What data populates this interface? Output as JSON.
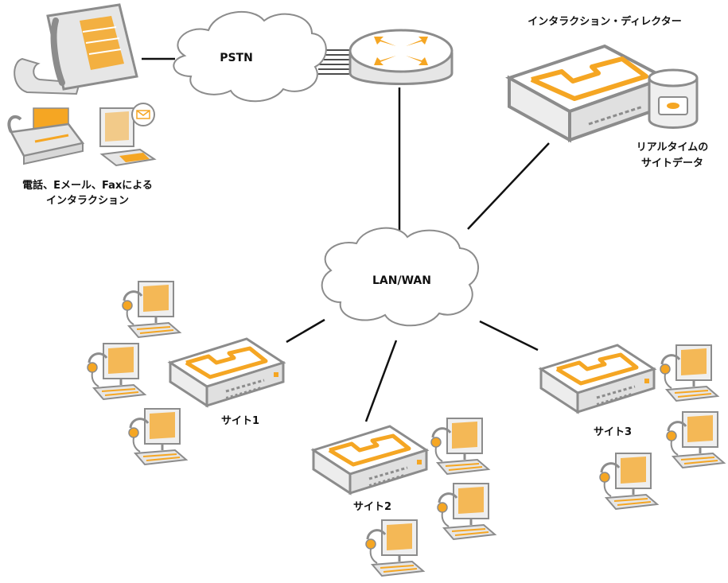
{
  "colors": {
    "accent": "#f5a623",
    "line": "#111111",
    "outline": "#8c8c8c",
    "fill": "#e6e6e6"
  },
  "clouds": {
    "pstn": "PSTN",
    "lanwan": "LAN/WAN"
  },
  "labels": {
    "director": "インタラクション・ディレクター",
    "realtime_line1": "リアルタイムの",
    "realtime_line2": "サイトデータ",
    "channels_line1": "電話、Eメール、Faxによる",
    "channels_line2": "インタラクション",
    "site1": "サイト1",
    "site2": "サイト2",
    "site3": "サイト3"
  },
  "icons": [
    "telephone-icon",
    "fax-icon",
    "email-computer-icon",
    "router-icon",
    "server-appliance-icon",
    "database-icon",
    "agent-workstation-icon"
  ]
}
